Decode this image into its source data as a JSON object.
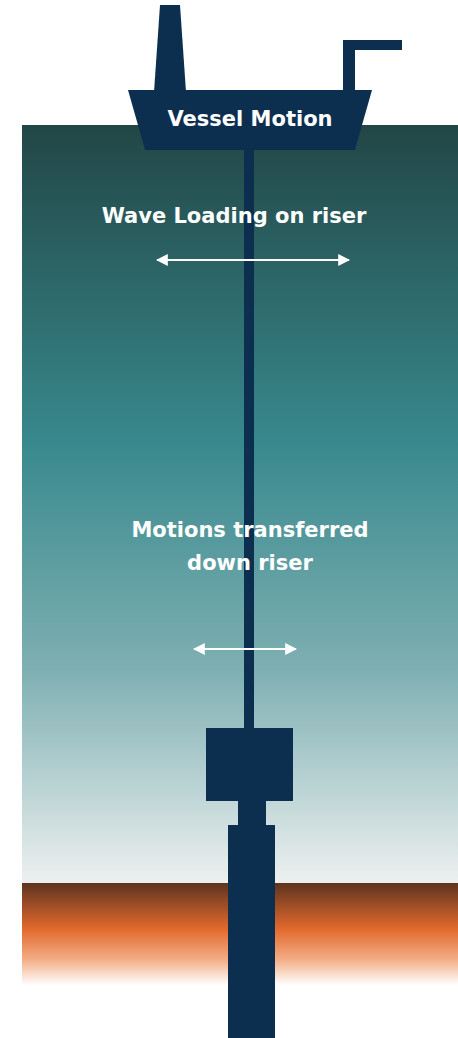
{
  "diagram": {
    "nodes": [
      {
        "text": [
          "Vessel Motion"
        ]
      }
    ],
    "labels": [
      "Wave Loading on riser",
      "Motions transferred down riser"
    ]
  }
}
